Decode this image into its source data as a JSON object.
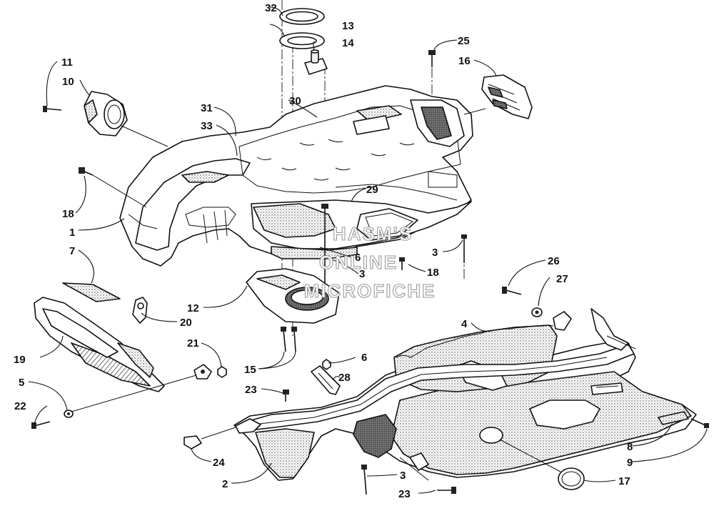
{
  "callouts": [
    {
      "id": "c32",
      "text": "32"
    },
    {
      "id": "c13",
      "text": "13"
    },
    {
      "id": "c14",
      "text": "14"
    },
    {
      "id": "c25",
      "text": "25"
    },
    {
      "id": "c16",
      "text": "16"
    },
    {
      "id": "c11",
      "text": "11"
    },
    {
      "id": "c10",
      "text": "10"
    },
    {
      "id": "c30",
      "text": "30"
    },
    {
      "id": "c31",
      "text": "31"
    },
    {
      "id": "c33",
      "text": "33"
    },
    {
      "id": "c29",
      "text": "29"
    },
    {
      "id": "c18a",
      "text": "18"
    },
    {
      "id": "c1",
      "text": "1"
    },
    {
      "id": "c6a",
      "text": "6"
    },
    {
      "id": "c3a",
      "text": "3"
    },
    {
      "id": "c18b",
      "text": "18"
    },
    {
      "id": "c3b",
      "text": "3"
    },
    {
      "id": "c7",
      "text": "7"
    },
    {
      "id": "c26",
      "text": "26"
    },
    {
      "id": "c27",
      "text": "27"
    },
    {
      "id": "c12",
      "text": "12"
    },
    {
      "id": "c20",
      "text": "20"
    },
    {
      "id": "c4",
      "text": "4"
    },
    {
      "id": "c21",
      "text": "21"
    },
    {
      "id": "c19",
      "text": "19"
    },
    {
      "id": "c15",
      "text": "15"
    },
    {
      "id": "c6b",
      "text": "6"
    },
    {
      "id": "c28",
      "text": "28"
    },
    {
      "id": "c5",
      "text": "5"
    },
    {
      "id": "c23a",
      "text": "23"
    },
    {
      "id": "c22",
      "text": "22"
    },
    {
      "id": "c8",
      "text": "8"
    },
    {
      "id": "c9",
      "text": "9"
    },
    {
      "id": "c24",
      "text": "24"
    },
    {
      "id": "c2",
      "text": "2"
    },
    {
      "id": "c3c",
      "text": "3"
    },
    {
      "id": "c17",
      "text": "17"
    },
    {
      "id": "c23b",
      "text": "23"
    }
  ],
  "watermark": {
    "line1": "HASM'S",
    "line2": "ONLINE",
    "line3": "MICROFICHE"
  }
}
